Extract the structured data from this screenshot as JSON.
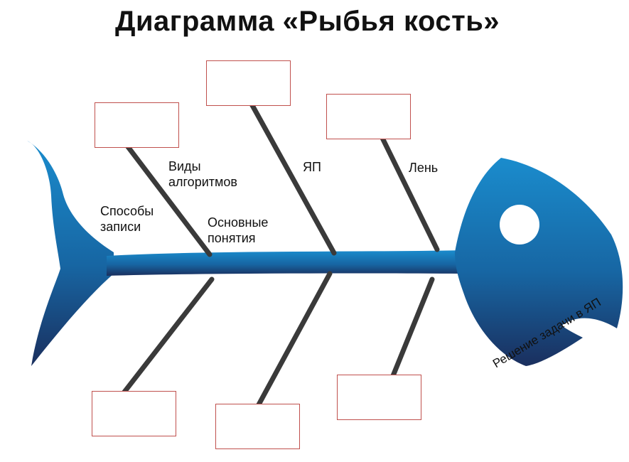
{
  "title": "Диаграмма «Рыбья кость»",
  "effect_label": "Решение задачи в ЯП",
  "causes": {
    "upper": [
      {
        "label": "Способы\nзаписи"
      },
      {
        "label": "Виды\nалгоритмов"
      },
      {
        "label": "Основные\nпонятия"
      },
      {
        "label": "ЯП"
      },
      {
        "label": "Лень"
      }
    ]
  },
  "colors": {
    "fish_top": "#1a86c8",
    "fish_bottom": "#1a2f5e",
    "bone": "#3a3a3a",
    "box_border": "#c0504d"
  }
}
